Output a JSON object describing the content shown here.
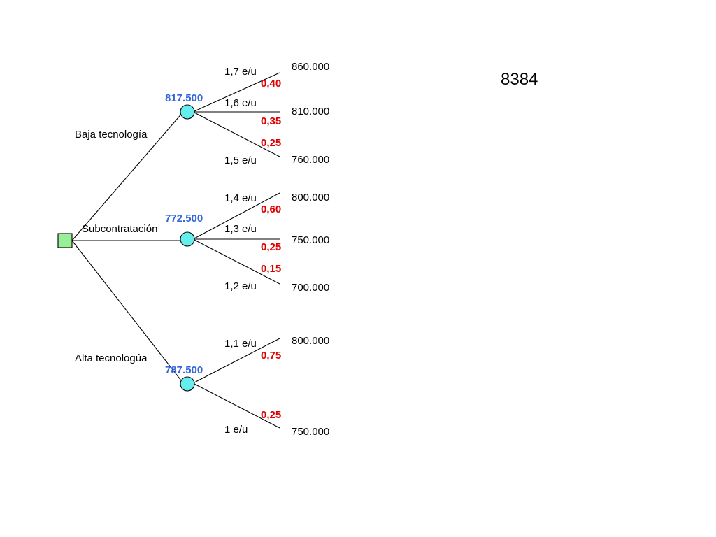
{
  "slide_number": "8384",
  "colors": {
    "decision_fill": "#99ee99",
    "chance_fill": "#66eeee",
    "probability": "#dd0000",
    "expected_value": "#3366dd",
    "line": "#000000"
  },
  "decision": {
    "icon": "square-decision-node-icon"
  },
  "alternatives": [
    {
      "label": "Baja tecnología",
      "expected_value": "817.500",
      "outcomes": [
        {
          "price": "1,7 e/u",
          "probability": "0,40",
          "payoff": "860.000"
        },
        {
          "price": "1,6 e/u",
          "probability": "0,35",
          "payoff": "810.000"
        },
        {
          "price": "1,5 e/u",
          "probability": "0,25",
          "payoff": "760.000"
        }
      ]
    },
    {
      "label": "Subcontratación",
      "expected_value": "772.500",
      "outcomes": [
        {
          "price": "1,4 e/u",
          "probability": "0,60",
          "payoff": "800.000"
        },
        {
          "price": "1,3 e/u",
          "probability": "0,25",
          "payoff": "750.000"
        },
        {
          "price": "1,2 e/u",
          "probability": "0,15",
          "payoff": "700.000"
        }
      ]
    },
    {
      "label": "Alta tecnologúa",
      "expected_value": "787.500",
      "outcomes": [
        {
          "price": "1,1 e/u",
          "probability": "0,75",
          "payoff": "800.000"
        },
        {
          "price": "1 e/u",
          "probability": "0,25",
          "payoff": "750.000"
        }
      ]
    }
  ]
}
